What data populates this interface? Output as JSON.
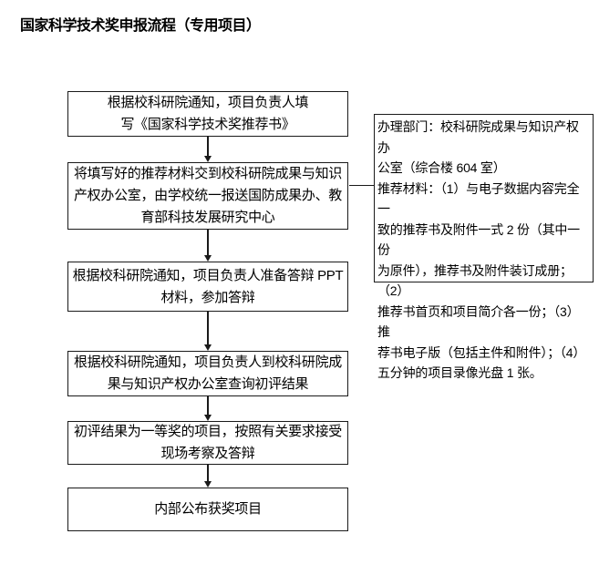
{
  "page": {
    "title": "国家科学技术奖申报流程（专用项目）",
    "background_color": "#ffffff",
    "text_color": "#000000",
    "border_color": "#1a1a1a"
  },
  "flow": {
    "boxes": [
      {
        "id": "step-1",
        "lines": [
          "根据校科研院通知，项目负责人填",
          "写《国家科学技术奖推荐书》"
        ]
      },
      {
        "id": "step-2",
        "lines": [
          "将填写好的推荐材料交到校科研院成果与知识",
          "产权办公室，由学校统一报送国防成果办、教",
          "育部科技发展研究中心"
        ]
      },
      {
        "id": "step-3",
        "lines": [
          "根据校科研院通知，项目负责人准备答辩 PPT",
          "材料，参加答辩"
        ]
      },
      {
        "id": "step-4",
        "lines": [
          "根据校科研院通知，项目负责人到校科研院成",
          "果与知识产权办公室查询初评结果"
        ]
      },
      {
        "id": "step-5",
        "lines": [
          "初评结果为一等奖的项目，按照有关要求接受",
          "现场考察及答辩"
        ]
      },
      {
        "id": "step-6",
        "lines": [
          "内部公布获奖项目"
        ]
      }
    ]
  },
  "note": {
    "lines": [
      "办理部门：校科研院成果与知识产权办",
      "公室（综合楼 604 室）",
      "推荐材料：（1）与电子数据内容完全一",
      "致的推荐书及附件一式 2 份（其中一份",
      "为原件），推荐书及附件装订成册；（2）",
      "推荐书首页和项目简介各一份；（3）推",
      "荐书电子版（包括主件和附件）；（4）",
      "五分钟的项目录像光盘 1 张。"
    ],
    "full_text": "办理部门：校科研院成果与知识产权办公室（综合楼 604 室）推荐材料：（1）与电子数据内容完全一致的推荐书及附件一式 2 份（其中一份为原件），推荐书及附件装订成册；（2）推荐书首页和项目简介各一份；（3）推荐书电子版（包括主件和附件）；（4）五分钟的项目录像光盘 1 张。"
  }
}
